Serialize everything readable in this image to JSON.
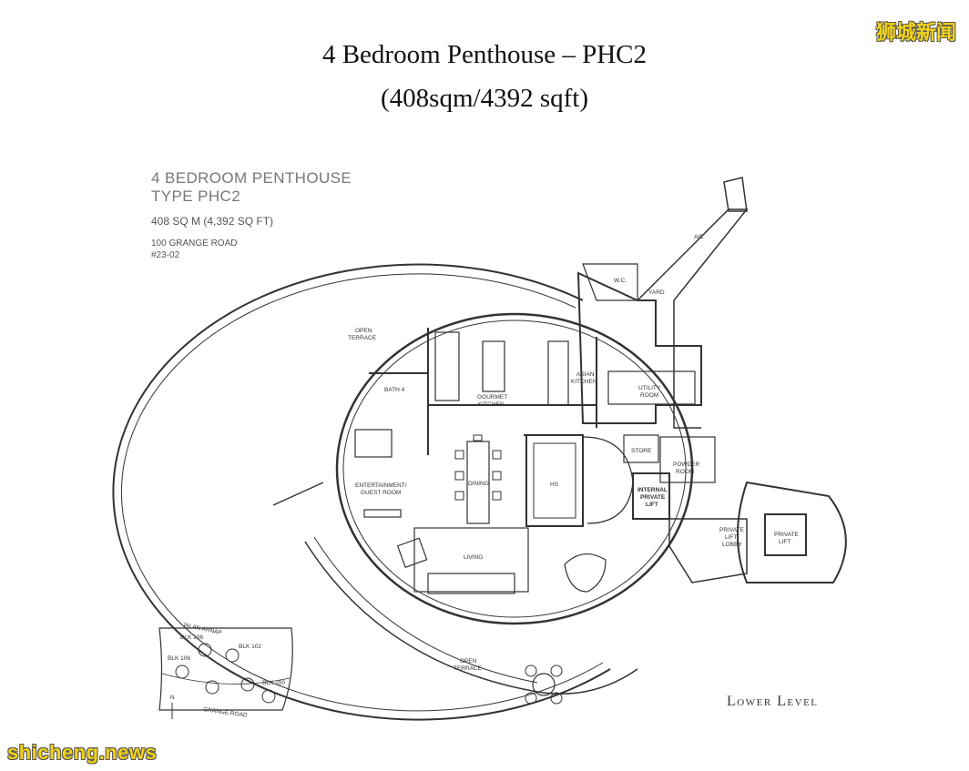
{
  "heading": {
    "line1": "4 Bedroom Penthouse – PHC2",
    "line2": "(408sqm/4392 sqft)"
  },
  "watermarks": {
    "top_right": "狮城新闻",
    "bottom_left": "shicheng.news"
  },
  "unit_info": {
    "type_line1": "4 BEDROOM PENTHOUSE",
    "type_line2": "TYPE PHC2",
    "area": "408 SQ M (4,392 SQ FT)",
    "address": "100 GRANGE ROAD",
    "unit": "#23-02"
  },
  "level": "Lower Level",
  "rooms": {
    "open_terrace_top_1": "OPEN",
    "open_terrace_top_2": "TERRACE",
    "bath4": "BATH 4",
    "gourmet_1": "GOURMET",
    "gourmet_2": "KITCHEN",
    "asian_1": "ASIAN",
    "asian_2": "KITCHEN",
    "utility_1": "UTILITY",
    "utility_2": "ROOM",
    "wc": "W.C.",
    "yard": "YARD",
    "ac": "A/C",
    "ent_1": "ENTERTAINMENT/",
    "ent_2": "GUEST ROOM",
    "dining": "DINING",
    "hs": "HS",
    "store": "STORE",
    "powder_1": "POWDER",
    "powder_2": "ROOM",
    "ilift_1": "INTERNAL",
    "ilift_2": "PRIVATE",
    "ilift_3": "LIFT",
    "lobby_1": "PRIVATE",
    "lobby_2": "LIFT",
    "lobby_3": "LOBBY",
    "plift_1": "PRIVATE",
    "plift_2": "LIFT",
    "living": "LIVING",
    "open_terrace_bot_1": "OPEN",
    "open_terrace_bot_2": "TERRACE"
  },
  "key_plan": {
    "street_top": "JALAN ARNAP",
    "street_bottom": "GRANGE ROAD",
    "blk106a": "BLK 106",
    "blk106b": "BLK 106",
    "blk102": "BLK 102",
    "blk100": "BLK 100",
    "north": "N"
  }
}
